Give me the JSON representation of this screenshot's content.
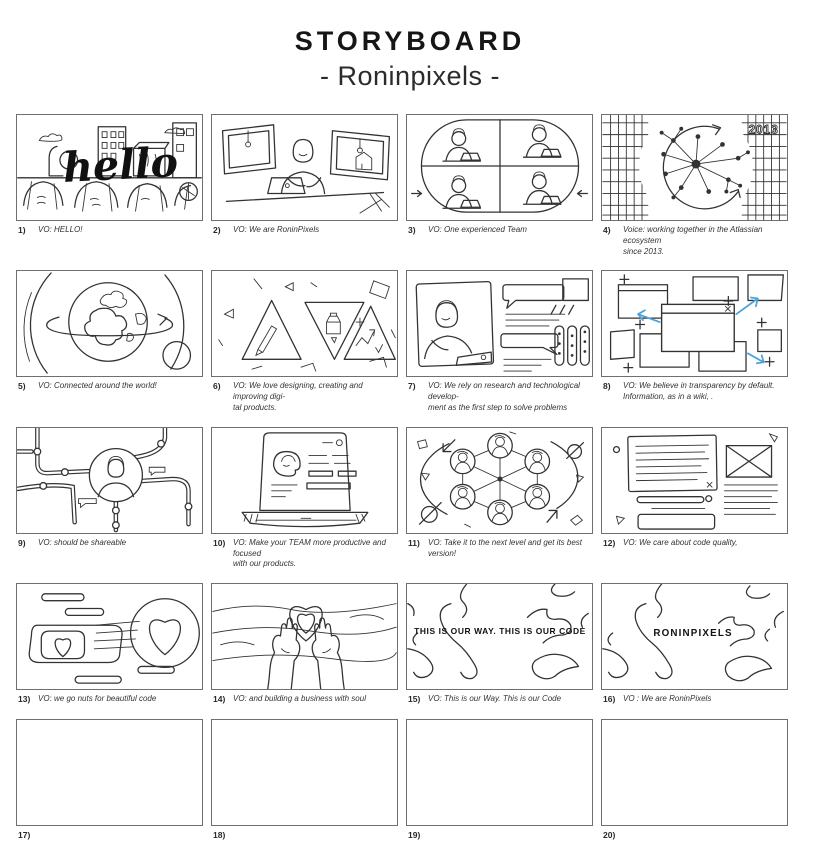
{
  "header": {
    "title": "STORYBOARD",
    "subtitle": "- Roninpixels -"
  },
  "colors": {
    "ink": "#333333",
    "accent_blue": "#4da3d9",
    "frame_border": "#6f6f6f"
  },
  "sketch_texts": {
    "hello": "hello",
    "year": "2013",
    "way_code": "THIS IS OUR WAY. THIS IS OUR CODE",
    "roninpixels": "RONINPIXELS"
  },
  "panels": [
    {
      "num": "1)",
      "caption": "VO: HELLO!"
    },
    {
      "num": "2)",
      "caption": "VO: We are RoninPixels"
    },
    {
      "num": "3)",
      "caption": "VO: One experienced Team"
    },
    {
      "num": "4)",
      "caption": "Voice: working together in the Atlassian ecosystem\nsince 2013."
    },
    {
      "num": "5)",
      "caption": "VO: Connected around the world!"
    },
    {
      "num": "6)",
      "caption": "VO: We love designing, creating and improving digi-\ntal products."
    },
    {
      "num": "7)",
      "caption": "VO: We rely on research and technological develop-\nment as the first step to solve problems"
    },
    {
      "num": "8)",
      "caption": "VO:  We believe in transparency by default.\nInformation, as in a wiki, ."
    },
    {
      "num": "9)",
      "caption": "VO:  should be shareable"
    },
    {
      "num": "10)",
      "caption": "VO: Make your TEAM more productive and focused\nwith our products."
    },
    {
      "num": "11)",
      "caption": "VO: Take it to the next level and get its best version!"
    },
    {
      "num": "12)",
      "caption": "VO: We care about code quality,"
    },
    {
      "num": "13)",
      "caption": "VO: we go nuts for beautiful code"
    },
    {
      "num": "14)",
      "caption": "VO: and building a business with soul"
    },
    {
      "num": "15)",
      "caption": "VO: This is our Way. This is our Code"
    },
    {
      "num": "16)",
      "caption": "VO : We are RoninPixels"
    },
    {
      "num": "17)",
      "caption": ""
    },
    {
      "num": "18)",
      "caption": ""
    },
    {
      "num": "19)",
      "caption": ""
    },
    {
      "num": "20)",
      "caption": ""
    }
  ]
}
